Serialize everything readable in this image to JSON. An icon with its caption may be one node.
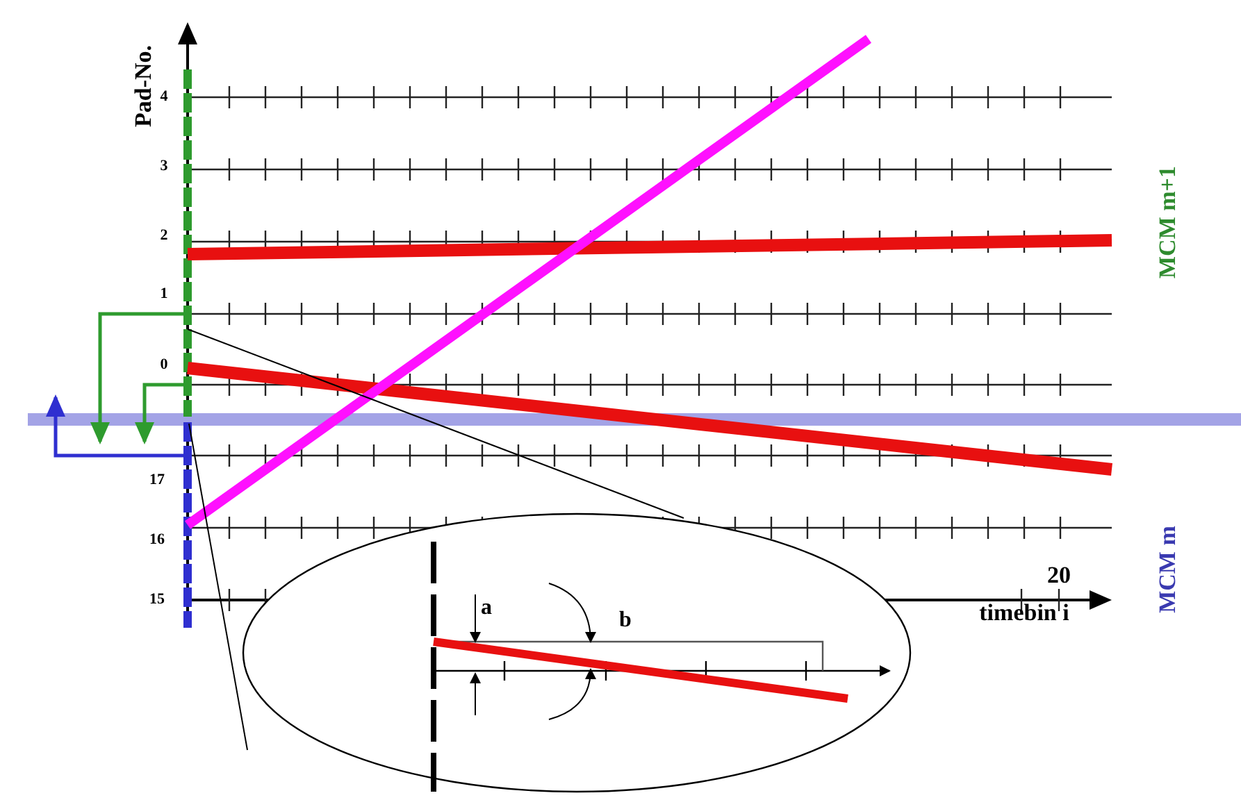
{
  "diagram": {
    "labels": [
      "Pad-No.",
      "4",
      "3",
      "2",
      "1",
      "0",
      "17",
      "16",
      "15",
      "20",
      "timebin i",
      "MCM m+1",
      "MCM m",
      "a",
      "b"
    ]
  }
}
